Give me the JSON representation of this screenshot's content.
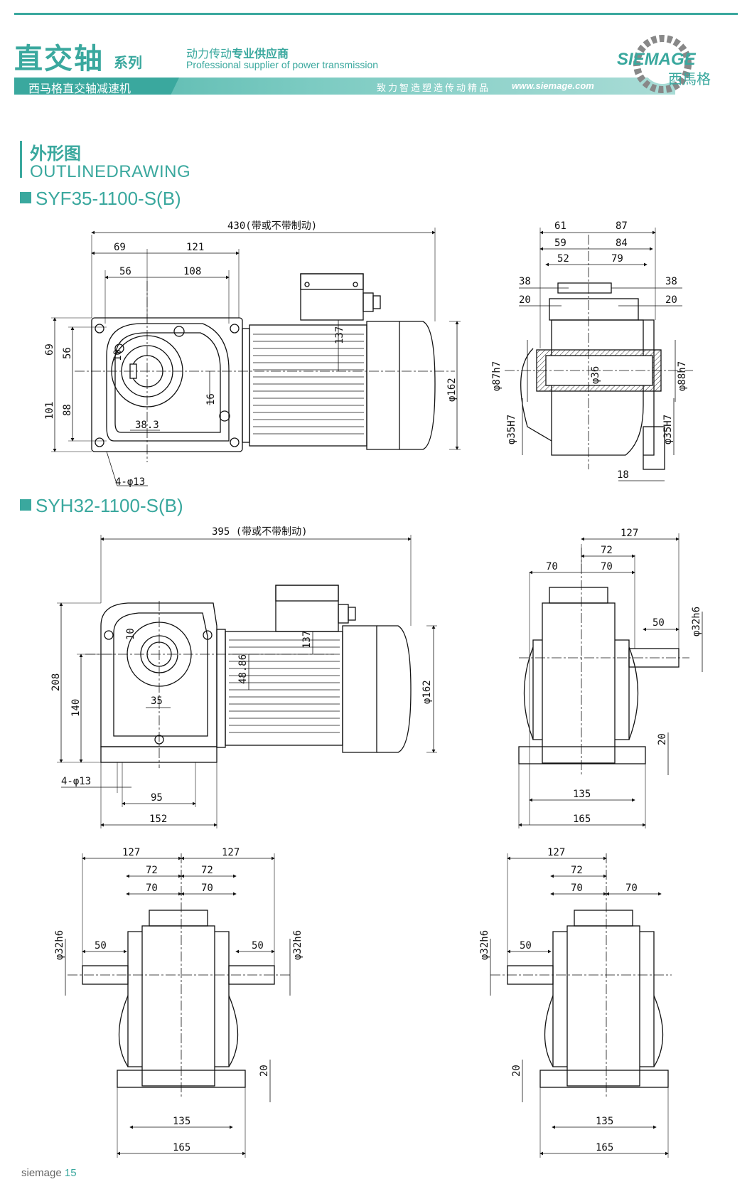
{
  "header": {
    "title_main": "直交轴",
    "title_suffix": "系列",
    "slogan_cn_prefix": "动力传动",
    "slogan_cn_bold": "专业供应商",
    "slogan_en": "Professional supplier of power transmission",
    "band_left": "西马格直交轴减速机",
    "band_mid": "致力智造塑造传动精品",
    "band_url": "www.siemage.com",
    "logo_text": "SIEMAGE",
    "logo_cn": "西馬格"
  },
  "section": {
    "title_cn": "外形图",
    "title_en": "OUTLINEDRAWING"
  },
  "drawing1": {
    "model": "SYF35-1100-S(B)",
    "dims": {
      "overall": "430(带或不带制动)",
      "d69": "69",
      "d121": "121",
      "d56": "56",
      "d108": "108",
      "v69": "69",
      "v56": "56",
      "v101": "101",
      "v88": "88",
      "d10": "10",
      "d383": "38.3",
      "d16": "16",
      "d137": "137",
      "phi162": "φ162",
      "holes": "4-φ13"
    },
    "side_dims": {
      "d61": "61",
      "d87": "87",
      "d59": "59",
      "d84": "84",
      "d52": "52",
      "d79": "79",
      "d38l": "38",
      "d20l": "20",
      "d38r": "38",
      "d20r": "20",
      "phi87": "φ87h7",
      "phi36": "φ36",
      "phi88": "φ88h7",
      "phi35l": "φ35H7",
      "phi35r": "φ35H7",
      "d18": "18"
    }
  },
  "drawing2": {
    "model": "SYH32-1100-S(B)",
    "dims": {
      "overall": "395 (带或不带制动)",
      "v208": "208",
      "v140": "140",
      "d10": "10",
      "d35": "35",
      "d137": "137",
      "d4886": "48.86",
      "phi162": "φ162",
      "holes": "4-φ13",
      "d95": "95",
      "d152": "152"
    },
    "side_dims": {
      "d127": "127",
      "d72": "72",
      "d70l": "70",
      "d70r": "70",
      "d50": "50",
      "phi32": "φ32h6",
      "d20": "20",
      "d135": "135",
      "d165": "165"
    }
  },
  "drawing3": {
    "dims": {
      "d127l": "127",
      "d127r": "127",
      "d72l": "72",
      "d72r": "72",
      "d70l": "70",
      "d70r": "70",
      "d50l": "50",
      "d50r": "50",
      "phi32l": "φ32h6",
      "phi32r": "φ32h6",
      "d20": "20",
      "d135": "135",
      "d165": "165"
    }
  },
  "drawing4": {
    "dims": {
      "d127": "127",
      "d72": "72",
      "d70l": "70",
      "d70r": "70",
      "d50": "50",
      "phi32": "φ32h6",
      "d20": "20",
      "d135": "135",
      "d165": "165"
    }
  },
  "footer": {
    "brand": "siemage",
    "page": "15"
  },
  "colors": {
    "accent": "#3aa89e",
    "line": "#111111"
  }
}
